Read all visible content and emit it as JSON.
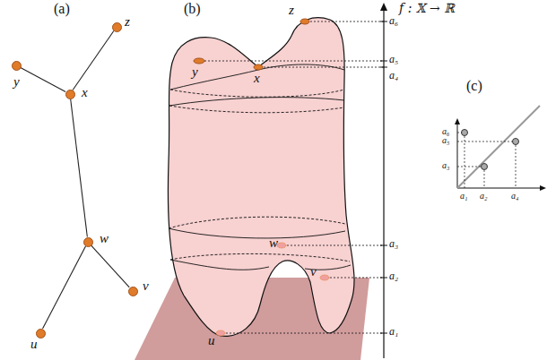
{
  "diagram": {
    "nodes": [
      {
        "text": [
          "z"
        ]
      },
      {
        "text": [
          "y"
        ]
      },
      {
        "text": [
          "x"
        ]
      },
      {
        "text": [
          "w"
        ]
      },
      {
        "text": [
          "v"
        ]
      },
      {
        "text": [
          "u"
        ]
      }
    ],
    "edges": [
      {
        "from": 1,
        "to": 2,
        "arrow": "none"
      },
      {
        "from": 0,
        "to": 2,
        "arrow": "none"
      },
      {
        "from": 2,
        "to": 3,
        "arrow": "none"
      },
      {
        "from": 3,
        "to": 4,
        "arrow": "none"
      },
      {
        "from": 3,
        "to": 5,
        "arrow": "none"
      }
    ],
    "labels": [
      "(a)",
      "(b)",
      "(c)",
      "f : 𝕏 → ℝ",
      "z",
      "y",
      "x",
      "w",
      "v",
      "u",
      "a₆",
      "a₅",
      "a₄",
      "a₃",
      "a₂",
      "a₁",
      "a₆",
      "a₅",
      "a₃",
      "a₁",
      "a₂",
      "a₄"
    ]
  }
}
